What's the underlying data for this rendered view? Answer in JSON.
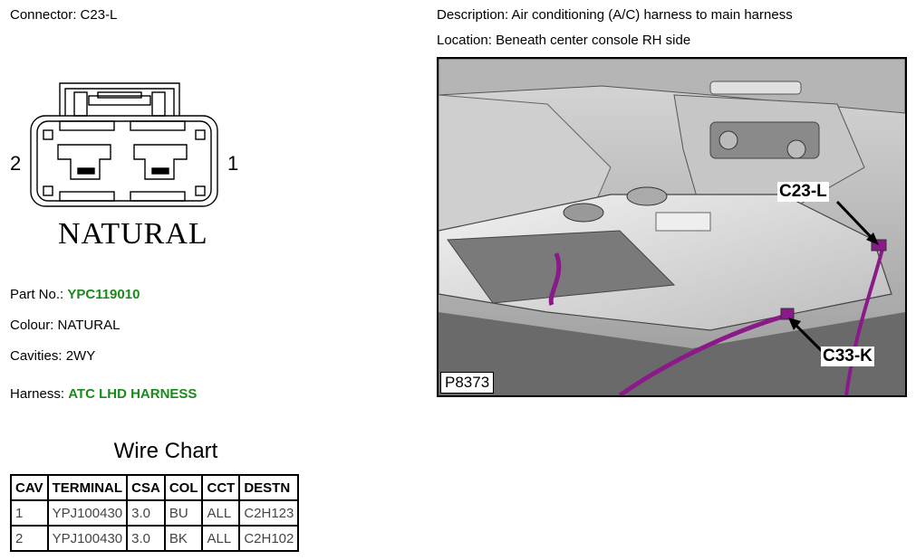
{
  "connector": {
    "label": "Connector:",
    "id": "C23-L",
    "pin_left": "2",
    "pin_right": "1",
    "colour_caption": "NATURAL"
  },
  "description": {
    "label": "Description:",
    "value": "Air conditioning (A/C) harness to main harness"
  },
  "location": {
    "label": "Location:",
    "value": "Beneath center console RH side"
  },
  "details": {
    "part_label": "Part No.:",
    "part_value": "YPC119010",
    "colour_label": "Colour:",
    "colour_value": "NATURAL",
    "cavities_label": "Cavities:",
    "cavities_value": "2WY",
    "harness_label": "Harness:",
    "harness_value": "ATC LHD HARNESS"
  },
  "wire_chart": {
    "title": "Wire Chart",
    "headers": [
      "CAV",
      "TERMINAL",
      "CSA",
      "COL",
      "CCT",
      "DESTN"
    ],
    "rows": [
      [
        "1",
        "YPJ100430",
        "3.0",
        "BU",
        "ALL",
        "C2H123"
      ],
      [
        "2",
        "YPJ100430",
        "3.0",
        "BK",
        "ALL",
        "C2H102"
      ]
    ]
  },
  "photo": {
    "callout_1": "C23-L",
    "callout_2": "C33-K",
    "image_id": "P8373",
    "harness_color": "#8a1a8a"
  },
  "colors": {
    "link_green": "#1a8a1a"
  }
}
